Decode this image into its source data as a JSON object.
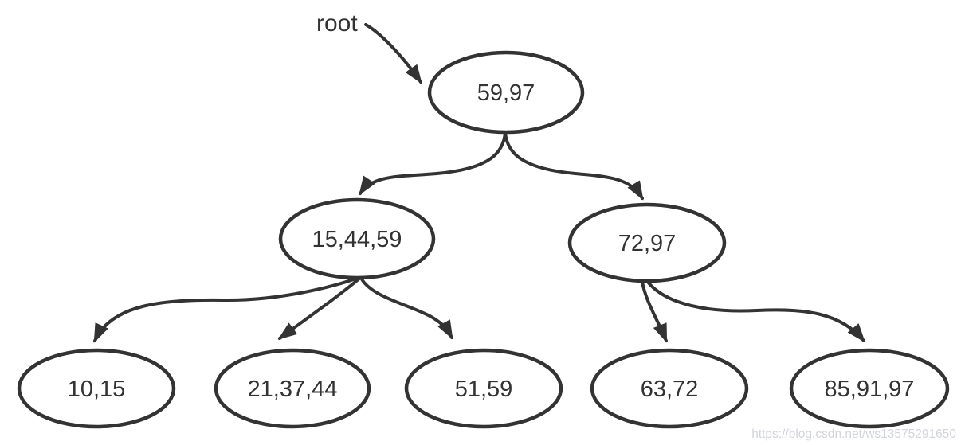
{
  "diagram": {
    "type": "b-tree",
    "pointer_label": "root",
    "nodes": [
      {
        "id": "root",
        "level": 0,
        "label": "59,97"
      },
      {
        "id": "internal-left",
        "level": 1,
        "label": "15,44,59"
      },
      {
        "id": "internal-right",
        "level": 1,
        "label": "72,97"
      },
      {
        "id": "leaf-1",
        "level": 2,
        "label": "10,15"
      },
      {
        "id": "leaf-2",
        "level": 2,
        "label": "21,37,44"
      },
      {
        "id": "leaf-3",
        "level": 2,
        "label": "51,59"
      },
      {
        "id": "leaf-4",
        "level": 2,
        "label": "63,72"
      },
      {
        "id": "leaf-5",
        "level": 2,
        "label": "85,91,97"
      }
    ],
    "edges": [
      {
        "from": "59,97",
        "to": "15,44,59"
      },
      {
        "from": "59,97",
        "to": "72,97"
      },
      {
        "from": "15,44,59",
        "to": "10,15"
      },
      {
        "from": "15,44,59",
        "to": "21,37,44"
      },
      {
        "from": "15,44,59",
        "to": "51,59"
      },
      {
        "from": "72,97",
        "to": "63,72"
      },
      {
        "from": "72,97",
        "to": "85,91,97"
      }
    ],
    "colors": {
      "stroke": "#333333",
      "text": "#333333",
      "node_fill": "#ffffff",
      "background": "#ffffff",
      "watermark": "#caccd4"
    },
    "watermark_text": "https://blog.csdn.net/ws13575291650"
  }
}
